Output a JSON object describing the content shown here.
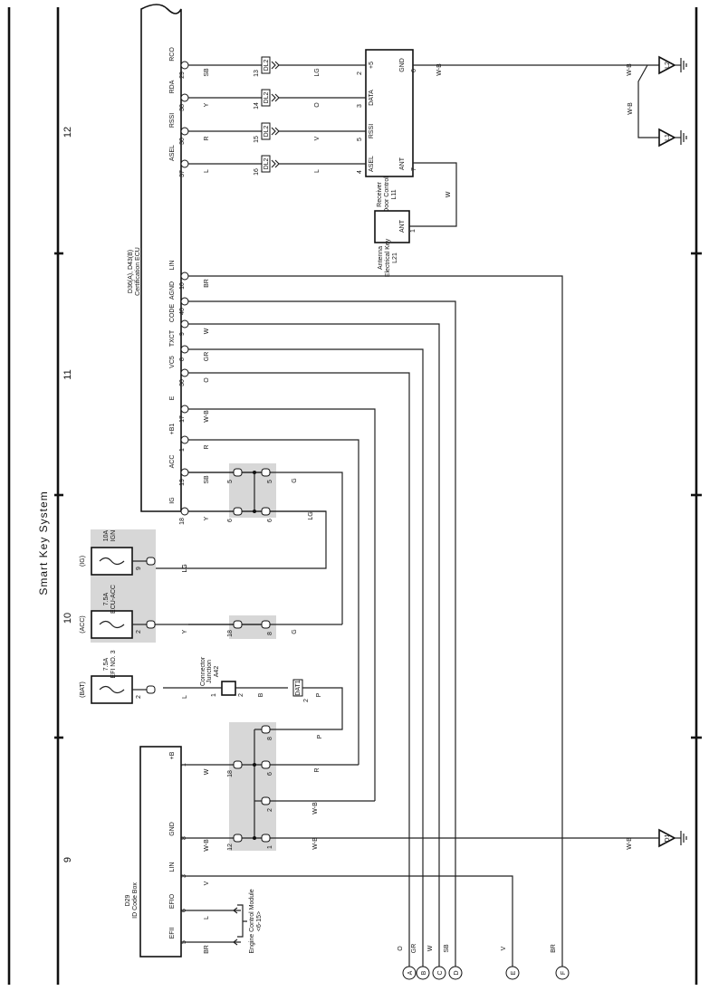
{
  "title": "Smart Key System",
  "grid": [
    "9",
    "10",
    "11",
    "12"
  ],
  "ecu": {
    "code": "D36(A), D43(B)",
    "name": "Certification ECU"
  },
  "ecu_pins": [
    {
      "name": "RCO",
      "no": "29"
    },
    {
      "name": "RDA",
      "no": "38"
    },
    {
      "name": "RSSI",
      "no": "30"
    },
    {
      "name": "ASEL",
      "no": "37"
    },
    {
      "name": "LIN",
      "no": "10"
    },
    {
      "name": "AGND",
      "no": "40"
    },
    {
      "name": "CODE",
      "no": "9"
    },
    {
      "name": "TXCT",
      "no": "8"
    },
    {
      "name": "VC5",
      "no": "30"
    },
    {
      "name": "E",
      "no": "17"
    },
    {
      "name": "+B1",
      "no": "1"
    },
    {
      "name": "ACC",
      "no": "19"
    },
    {
      "name": "IG",
      "no": "18"
    }
  ],
  "ecu_wires": [
    "SB",
    "Y",
    "R",
    "L",
    "BR",
    "",
    "W",
    "GR",
    "O",
    "W-B",
    "R",
    "SB",
    "Y"
  ],
  "receiver": {
    "code": "L11",
    "name1": "Door Control",
    "name2": "Receiver",
    "pins": [
      {
        "name": "+5",
        "no": "2"
      },
      {
        "name": "DATA",
        "no": "3"
      },
      {
        "name": "RSSI",
        "no": "5"
      },
      {
        "name": "ASEL",
        "no": "4"
      },
      {
        "name": "GND",
        "no": "6"
      },
      {
        "name": "ANT",
        "no": "7"
      }
    ]
  },
  "ic_connectors": [
    "13",
    "14",
    "15",
    "16"
  ],
  "ic_label": "DL2",
  "receiver_wires": [
    "LG",
    "O",
    "V",
    "L"
  ],
  "antenna": {
    "code": "L21",
    "name1": "Electrical Key",
    "name2": "Antenna",
    "pin": "ANT",
    "no": "1",
    "wire": "W"
  },
  "grounds": {
    "g1": "L2",
    "g2": "L1",
    "g3": "D1",
    "wire": "W-B"
  },
  "id_box": {
    "code": "D29",
    "name": "ID Code Box",
    "pins": [
      {
        "name": "+B",
        "no": "1"
      },
      {
        "name": "GND",
        "no": "8"
      },
      {
        "name": "LIN",
        "no": "3"
      },
      {
        "name": "EFIO",
        "no": "6"
      },
      {
        "name": "EFII",
        "no": "5"
      }
    ],
    "wires": [
      "W",
      "W-B",
      "V",
      "L",
      "BR"
    ]
  },
  "ecm": {
    "name": "Engine Control Module",
    "ref": "<6-15>"
  },
  "fuses": [
    {
      "src": "(IG)",
      "rating": "10A",
      "name": "IGN",
      "pin": "9",
      "wire": "LG"
    },
    {
      "src": "(ACC)",
      "rating": "7.5A",
      "name": "ECU-ACC",
      "pin": "2",
      "wire": "Y"
    },
    {
      "src": "(BAT)",
      "rating": "7.5A",
      "name": "EFI NO. 3",
      "pin": "2",
      "wire": "L"
    }
  ],
  "junction": {
    "code": "A42",
    "name1": "Junction",
    "name2": "Connector",
    "pin_in": "1",
    "pin_out": "2",
    "wire_out": "B"
  },
  "dat1": {
    "label": "DAT1",
    "pin": "2",
    "wire": "P"
  },
  "splice_labels": {
    "acc": [
      "5",
      "5"
    ],
    "ig": [
      "6",
      "6"
    ],
    "acc_row": [
      "18",
      "8"
    ],
    "top": [
      "8",
      "8"
    ],
    "plusb": [
      "18",
      "6"
    ],
    "mid": [
      "2"
    ],
    "gnd": [
      "12",
      "1"
    ]
  },
  "wire_codes": {
    "g": "G",
    "lg": "LG",
    "r": "R",
    "wb": "W-B",
    "p": "P"
  },
  "terminals": [
    {
      "id": "A",
      "wire": "O"
    },
    {
      "id": "B",
      "wire": "GR"
    },
    {
      "id": "C",
      "wire": "W"
    },
    {
      "id": "D",
      "wire": "SB"
    },
    {
      "id": "E",
      "wire": "V"
    },
    {
      "id": "F",
      "wire": "BR"
    }
  ]
}
